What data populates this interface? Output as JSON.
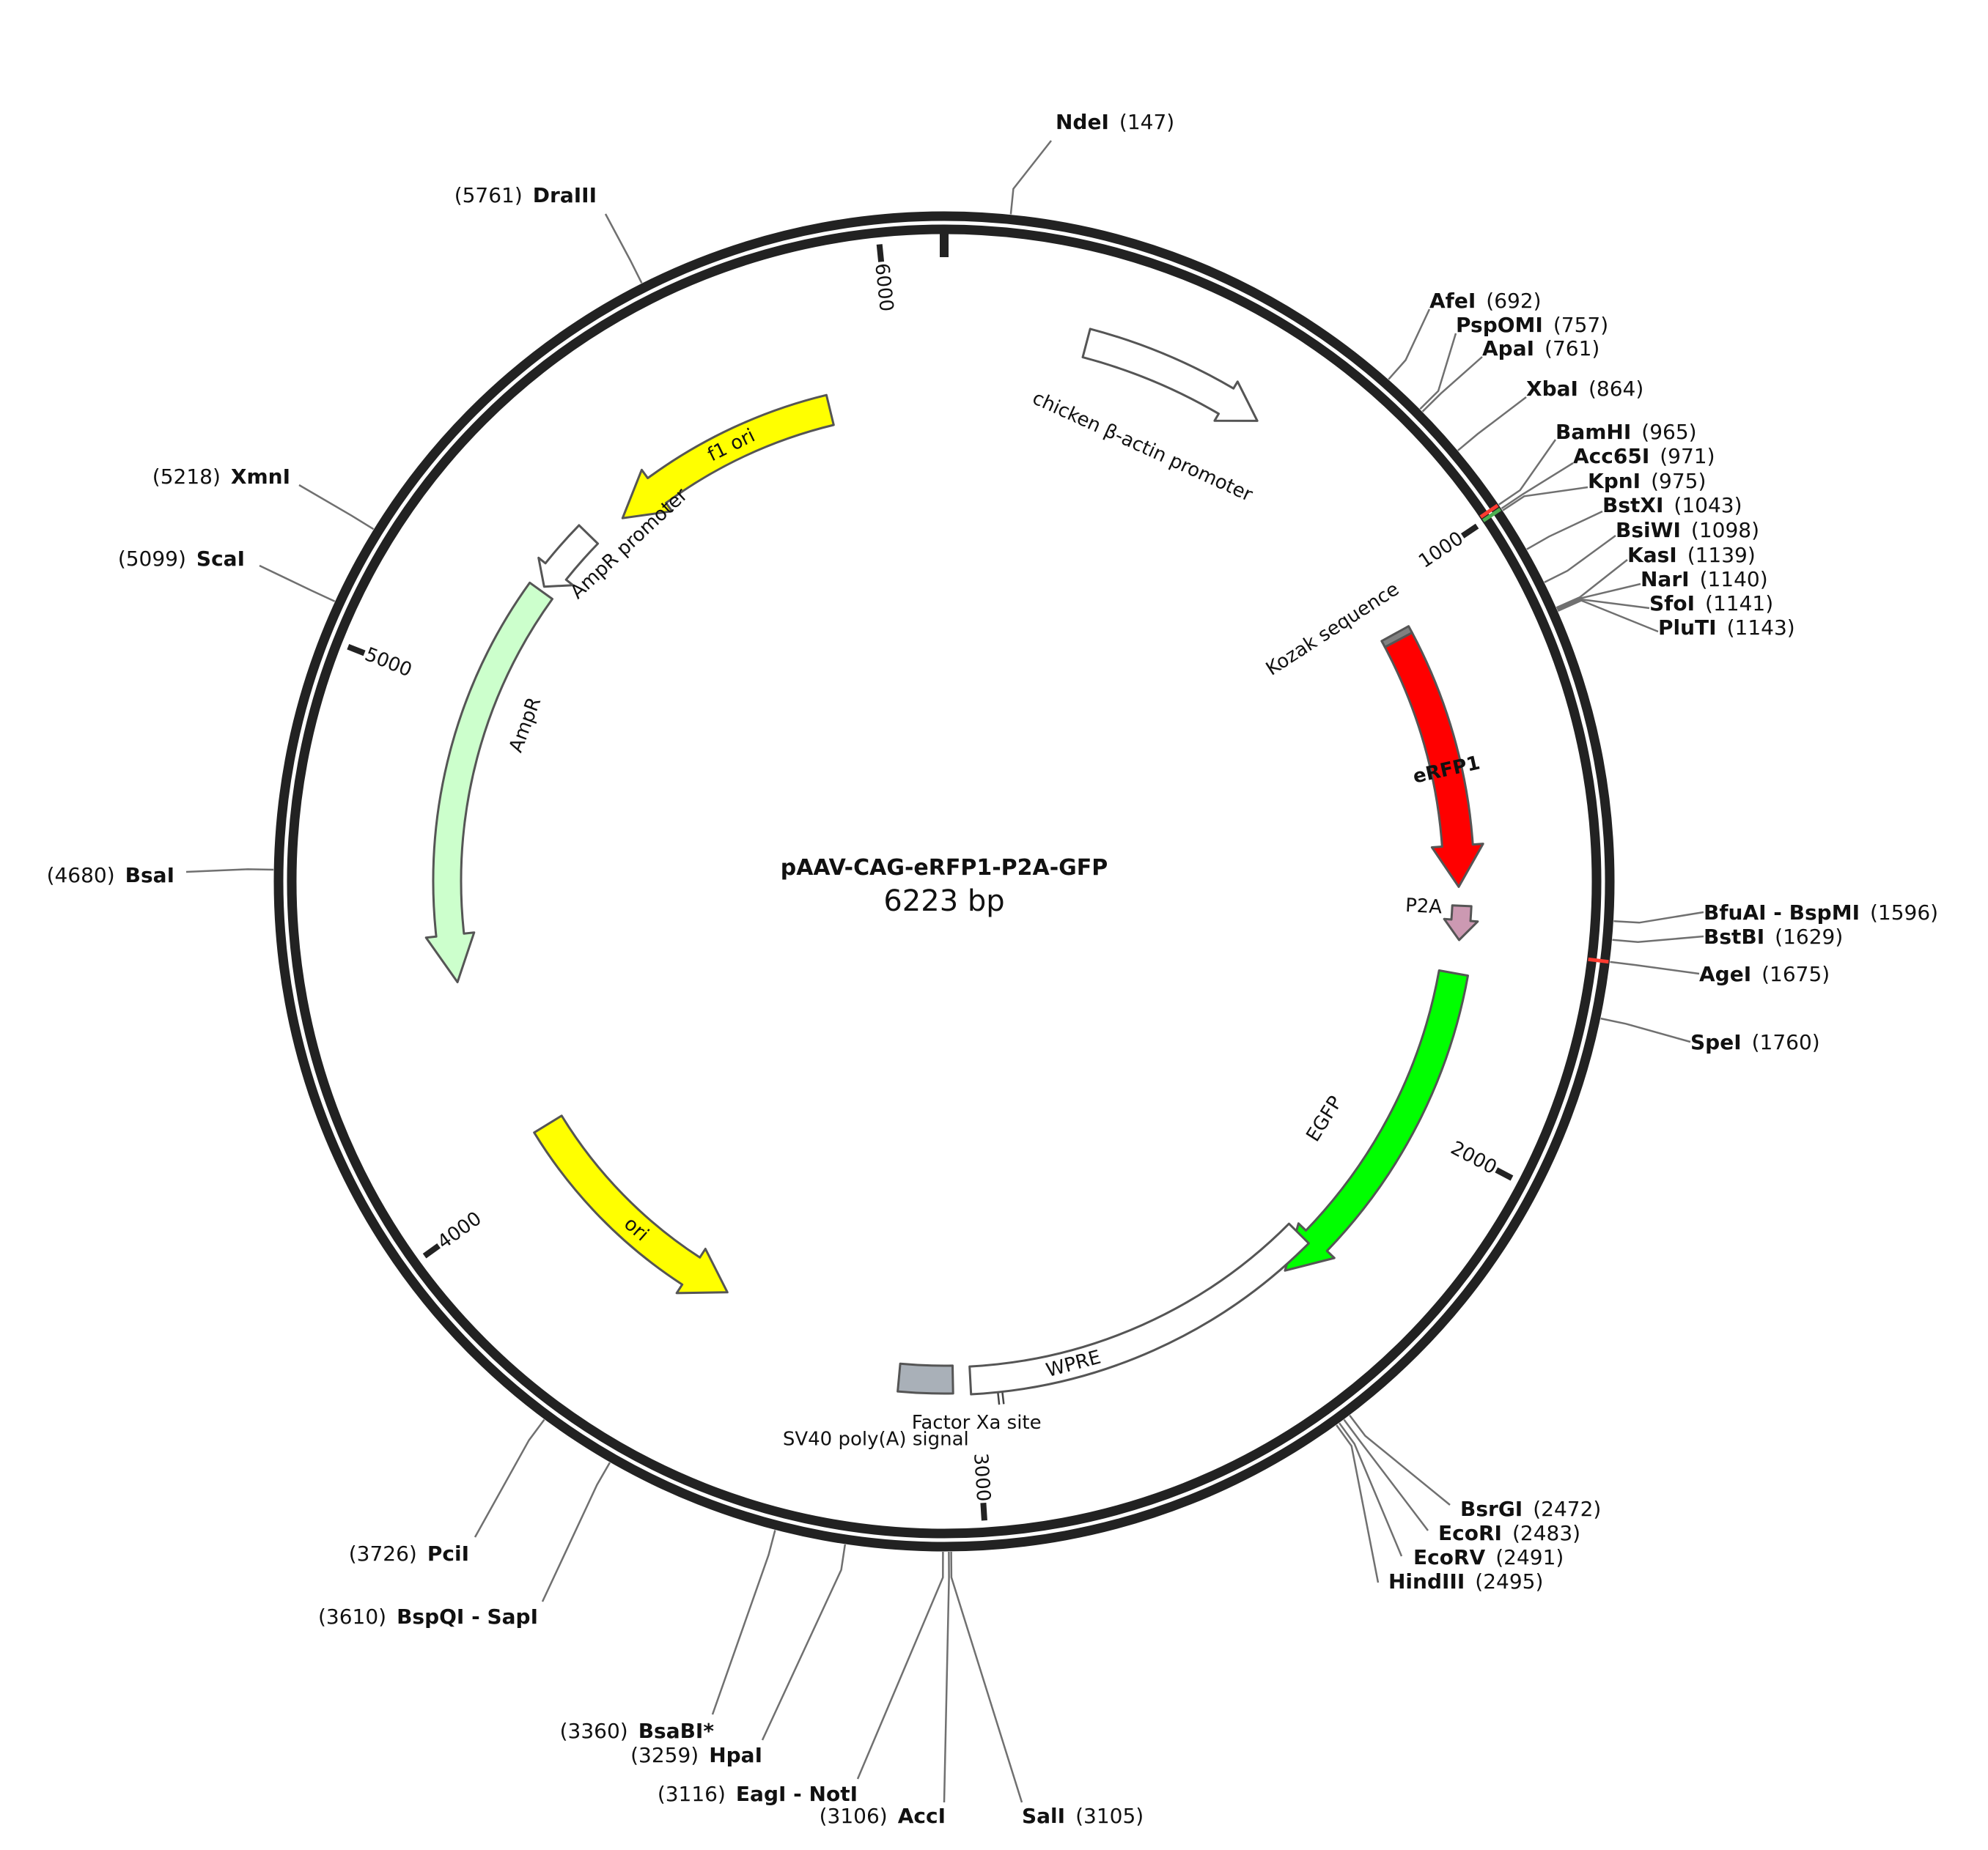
{
  "plasmid": {
    "name": "pAAV-CAG-eRFP1-P2A-GFP",
    "length_label": "6223 bp",
    "length_bp": 6223
  },
  "ticks": [
    {
      "pos": 1000,
      "label": "1000"
    },
    {
      "pos": 2000,
      "label": "2000"
    },
    {
      "pos": 3000,
      "label": "3000"
    },
    {
      "pos": 4000,
      "label": "4000"
    },
    {
      "pos": 5000,
      "label": "5000"
    },
    {
      "pos": 6000,
      "label": "6000"
    }
  ],
  "features": [
    {
      "name": "chicken β-actin promoter",
      "start": 330,
      "end": 650,
      "strand": 1,
      "color": "#ffffff"
    },
    {
      "name": "Kozak sequence",
      "start": 1053,
      "end": 1062,
      "strand": 1,
      "color": "#808080"
    },
    {
      "name": "eRFP1",
      "start": 1062,
      "end": 1590,
      "strand": 1,
      "color": "#ff0000"
    },
    {
      "name": "P2A",
      "start": 1618,
      "end": 1676,
      "strand": 1,
      "color": "#cc99b2"
    },
    {
      "name": "EGFP",
      "start": 1690,
      "end": 2410,
      "strand": 1,
      "color": "#00ff00"
    },
    {
      "name": "Factor Xa site",
      "start": 2785,
      "end": 2797,
      "strand": 0,
      "color": "#ffffff"
    },
    {
      "name": "WPRE",
      "start": 2505,
      "end": 3090,
      "strand": 0,
      "color": "#ffffff"
    },
    {
      "name": "SV40 poly(A) signal",
      "start": 3115,
      "end": 3235,
      "strand": 0,
      "color": "#a9b0b8"
    },
    {
      "name": "ori",
      "start": 3755,
      "end": 4350,
      "strand": -1,
      "color": "#ffff00"
    },
    {
      "name": "AmpR",
      "start": 4510,
      "end": 5375,
      "strand": -1,
      "color": "#ccffcc"
    },
    {
      "name": "AmpR promoter",
      "start": 5380,
      "end": 5480,
      "strand": -1,
      "color": "#ffffff"
    },
    {
      "name": "f1 ori",
      "start": 5560,
      "end": 5995,
      "strand": -1,
      "color": "#ffff00"
    }
  ],
  "sites": [
    {
      "name": "NdeI",
      "pos": "(147)",
      "bp": 147,
      "side": "right",
      "color": "#707070"
    },
    {
      "name": "AfeI",
      "pos": "(692)",
      "bp": 692,
      "side": "right",
      "color": "#707070"
    },
    {
      "name": "PspOMI",
      "pos": "(757)",
      "bp": 757,
      "side": "right",
      "color": "#707070"
    },
    {
      "name": "ApaI",
      "pos": "(761)",
      "bp": 761,
      "side": "right",
      "color": "#707070"
    },
    {
      "name": "XbaI",
      "pos": "(864)",
      "bp": 864,
      "side": "right",
      "color": "#707070"
    },
    {
      "name": "BamHI",
      "pos": "(965)",
      "bp": 965,
      "side": "right",
      "color": "#707070"
    },
    {
      "name": "Acc65I",
      "pos": "(971)",
      "bp": 971,
      "side": "right",
      "color": "#707070"
    },
    {
      "name": "KpnI",
      "pos": "(975)",
      "bp": 975,
      "side": "right",
      "color": "#707070"
    },
    {
      "name": "BstXI",
      "pos": "(1043)",
      "bp": 1043,
      "side": "right",
      "color": "#707070"
    },
    {
      "name": "BsiWI",
      "pos": "(1098)",
      "bp": 1098,
      "side": "right",
      "color": "#707070"
    },
    {
      "name": "KasI",
      "pos": "(1139)",
      "bp": 1139,
      "side": "right",
      "color": "#707070"
    },
    {
      "name": "NarI",
      "pos": "(1140)",
      "bp": 1140,
      "side": "right",
      "color": "#707070"
    },
    {
      "name": "SfoI",
      "pos": "(1141)",
      "bp": 1141,
      "side": "right",
      "color": "#707070"
    },
    {
      "name": "PluTI",
      "pos": "(1143)",
      "bp": 1143,
      "side": "right",
      "color": "#707070"
    },
    {
      "name": "BfuAI - BspMI",
      "pos": "(1596)",
      "bp": 1596,
      "side": "right",
      "color": "#707070"
    },
    {
      "name": "BstBI",
      "pos": "(1629)",
      "bp": 1629,
      "side": "right",
      "color": "#707070"
    },
    {
      "name": "AgeI",
      "pos": "(1675)",
      "bp": 1675,
      "side": "right",
      "color": "#707070"
    },
    {
      "name": "SpeI",
      "pos": "(1760)",
      "bp": 1760,
      "side": "right",
      "color": "#707070"
    },
    {
      "name": "BsrGI",
      "pos": "(2472)",
      "bp": 2472,
      "side": "right",
      "color": "#707070"
    },
    {
      "name": "EcoRI",
      "pos": "(2483)",
      "bp": 2483,
      "side": "right",
      "color": "#707070"
    },
    {
      "name": "EcoRV",
      "pos": "(2491)",
      "bp": 2491,
      "side": "right",
      "color": "#707070"
    },
    {
      "name": "HindIII",
      "pos": "(2495)",
      "bp": 2495,
      "side": "right",
      "color": "#707070"
    },
    {
      "name": "SalI",
      "pos": "(3105)",
      "bp": 3105,
      "side": "right",
      "color": "#707070"
    },
    {
      "name": "AccI",
      "pos": "(3106)",
      "bp": 3106,
      "side": "left",
      "color": "#707070"
    },
    {
      "name": "EagI - NotI",
      "pos": "(3116)",
      "bp": 3116,
      "side": "left",
      "color": "#707070"
    },
    {
      "name": "HpaI",
      "pos": "(3259)",
      "bp": 3259,
      "side": "left",
      "color": "#707070"
    },
    {
      "name": "BsaBI*",
      "pos": "(3360)",
      "bp": 3360,
      "side": "left",
      "color": "#707070"
    },
    {
      "name": "BspQI - SapI",
      "pos": "(3610)",
      "bp": 3610,
      "side": "left",
      "color": "#707070"
    },
    {
      "name": "PciI",
      "pos": "(3726)",
      "bp": 3726,
      "side": "left",
      "color": "#707070"
    },
    {
      "name": "BsaI",
      "pos": "(4680)",
      "bp": 4680,
      "side": "left",
      "color": "#707070"
    },
    {
      "name": "ScaI",
      "pos": "(5099)",
      "bp": 5099,
      "side": "left",
      "color": "#707070"
    },
    {
      "name": "XmnI",
      "pos": "(5218)",
      "bp": 5218,
      "side": "left",
      "color": "#707070"
    },
    {
      "name": "DraIII",
      "pos": "(5761)",
      "bp": 5761,
      "side": "left",
      "color": "#707070"
    }
  ],
  "colors": {
    "backbone": "#222222",
    "stroke": "#555555",
    "site_line": "#7a7a7a",
    "site_marker_red": "#ff3b30",
    "site_marker_green": "#4caf50"
  }
}
